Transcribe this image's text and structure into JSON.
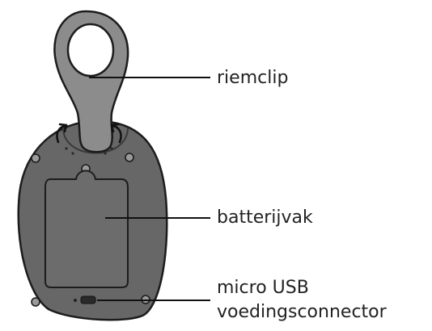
{
  "labels": {
    "clip": "riemclip",
    "battery": "batterijvak",
    "usb_line1": "micro USB",
    "usb_line2": "voedingsconnector"
  },
  "colors": {
    "body_fill": "#676767",
    "clip_fill": "#8c8c8c",
    "outline": "#1c1c1c",
    "leader_line": "#111111"
  }
}
